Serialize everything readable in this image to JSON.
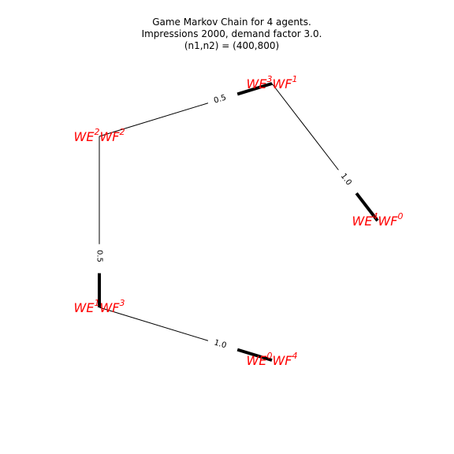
{
  "title_lines": [
    "Game Markov Chain for 4 agents.",
    "Impressions 2000, demand factor 3.0.",
    "(n1,n2) = (400,800)"
  ],
  "colors": {
    "node_label": "#ff0000",
    "edge": "#000000",
    "background": "#ffffff"
  },
  "nodes": [
    {
      "id": "s31",
      "base1": "WE",
      "exp1": "3",
      "base2": "WF",
      "exp2": "1"
    },
    {
      "id": "s22",
      "base1": "WE",
      "exp1": "2",
      "base2": "WF",
      "exp2": "2"
    },
    {
      "id": "s40",
      "base1": "WE",
      "exp1": "4",
      "base2": "WF",
      "exp2": "0"
    },
    {
      "id": "s13",
      "base1": "WE",
      "exp1": "1",
      "base2": "WF",
      "exp2": "3"
    },
    {
      "id": "s04",
      "base1": "WE",
      "exp1": "0",
      "base2": "WF",
      "exp2": "4"
    }
  ],
  "edges": [
    {
      "from": "s22",
      "to": "s31",
      "weight": "0.5"
    },
    {
      "from": "s31",
      "to": "s40",
      "weight": "1.0"
    },
    {
      "from": "s22",
      "to": "s13",
      "weight": "0.5"
    },
    {
      "from": "s13",
      "to": "s04",
      "weight": "1.0"
    }
  ]
}
